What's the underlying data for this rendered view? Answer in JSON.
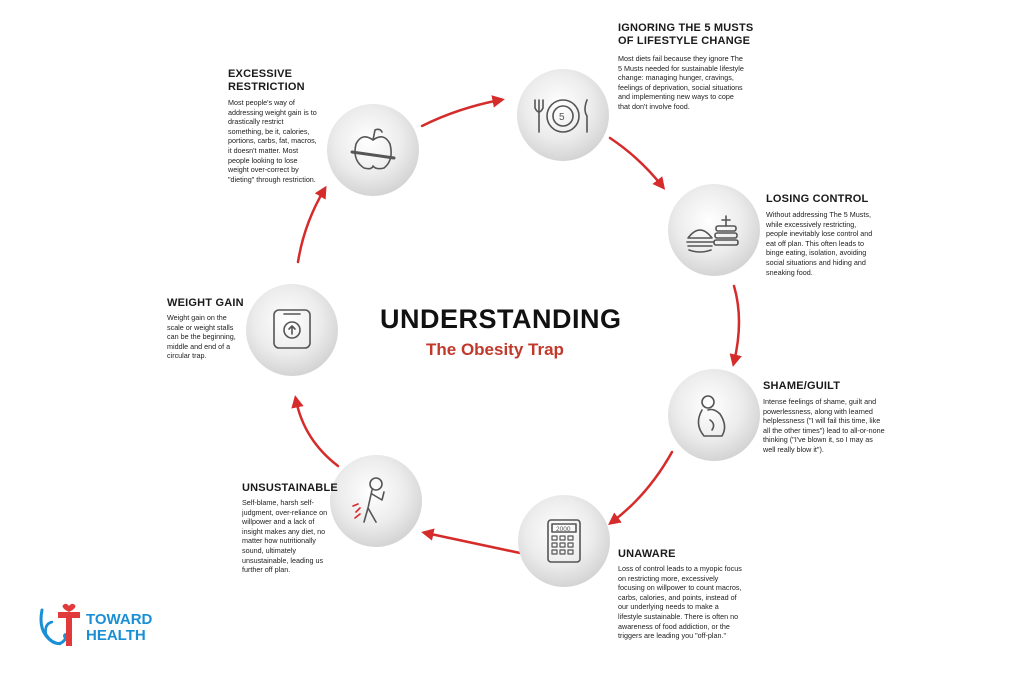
{
  "diagram": {
    "title": "UNDERSTANDING",
    "subtitle": "The Obesity Trap",
    "colors": {
      "arrow": "#d62b2b",
      "subtitle": "#c0392b",
      "logo_blue": "#1a8fd6",
      "logo_red": "#e03a3a"
    },
    "nodes": [
      {
        "id": "ignoring",
        "icon": "plate-fork-knife-icon",
        "title": "IGNORING THE 5 MUSTS\nOF LIFESTYLE CHANGE",
        "description": "Most diets fail because they ignore The 5 Musts needed for sustainable lifestyle change: managing hunger, cravings, feelings of deprivation, social situations and implementing new ways to cope that don't involve food."
      },
      {
        "id": "losing-control",
        "icon": "burger-pancakes-icon",
        "title": "LOSING CONTROL",
        "description": "Without addressing The 5 Musts, while excessively restricting, people inevitably lose control and eat off plan. This often leads to binge eating, isolation, avoiding social situations and hiding and sneaking food."
      },
      {
        "id": "shame-guilt",
        "icon": "crouching-person-icon",
        "title": "SHAME/GUILT",
        "description": "Intense feelings of shame, guilt and powerlessness, along with learned helplessness (\"I will fail this time, like all the other times\") lead to all-or-none thinking (\"I've blown it, so I may as well really blow it\")."
      },
      {
        "id": "unaware",
        "icon": "calculator-icon",
        "title": "UNAWARE",
        "description": "Loss of control leads to a myopic focus on restricting more, excessively focusing on willpower to count macros, carbs, calories, and points, instead of our underlying needs to make a lifestyle sustainable. There is often no awareness of food addiction, or the triggers are leading you \"off-plan.\""
      },
      {
        "id": "unsustainable",
        "icon": "injured-person-icon",
        "title": "UNSUSTAINABLE",
        "description": "Self-blame, harsh self-judgment, over-reliance on willpower and a lack of insight makes any diet, no matter how nutritionally sound, ultimately unsustainable, leading us further off plan."
      },
      {
        "id": "weight-gain",
        "icon": "scale-icon",
        "title": "WEIGHT GAIN",
        "description": "Weight gain on the scale or weight stalls can be the beginning, middle and end of a circular trap."
      },
      {
        "id": "excessive-restriction",
        "icon": "apple-measuring-tape-icon",
        "title": "EXCESSIVE\nRESTRICTION",
        "description": "Most people's way of addressing weight gain is to drastically restrict something, be it, calories, portions, carbs, fat, macros, it doesn't matter. Most people looking to lose weight over-correct by \"dieting\" through restriction."
      }
    ],
    "calculator_display": "2000",
    "plate_number": "5"
  },
  "logo": {
    "line1": "TOWARD",
    "line2": "HEALTH",
    "emblem": "stethoscope-t-heart-icon"
  }
}
